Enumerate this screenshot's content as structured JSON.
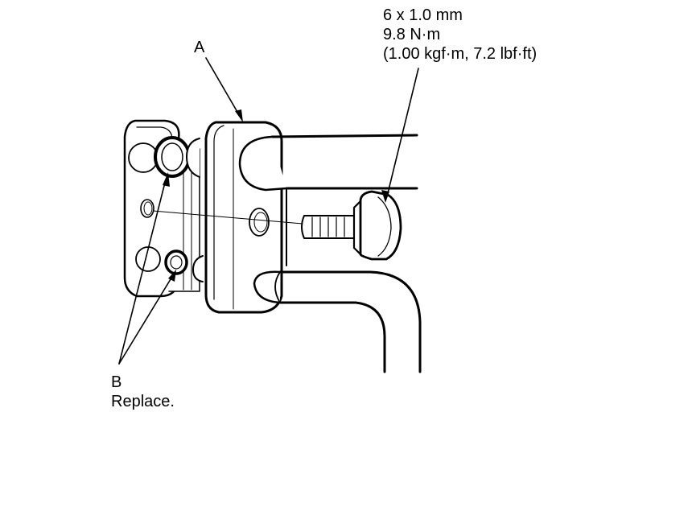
{
  "callouts": {
    "A": {
      "letter": "A"
    },
    "B": {
      "letter": "B",
      "note": "Replace."
    },
    "bolt": {
      "size": "6 x 1.0 mm",
      "torque": "9.8 N·m",
      "torque_alt": "(1.00 kgf·m, 7.2 lbf·ft)"
    }
  },
  "colors": {
    "line": "#000000",
    "background": "#ffffff"
  }
}
